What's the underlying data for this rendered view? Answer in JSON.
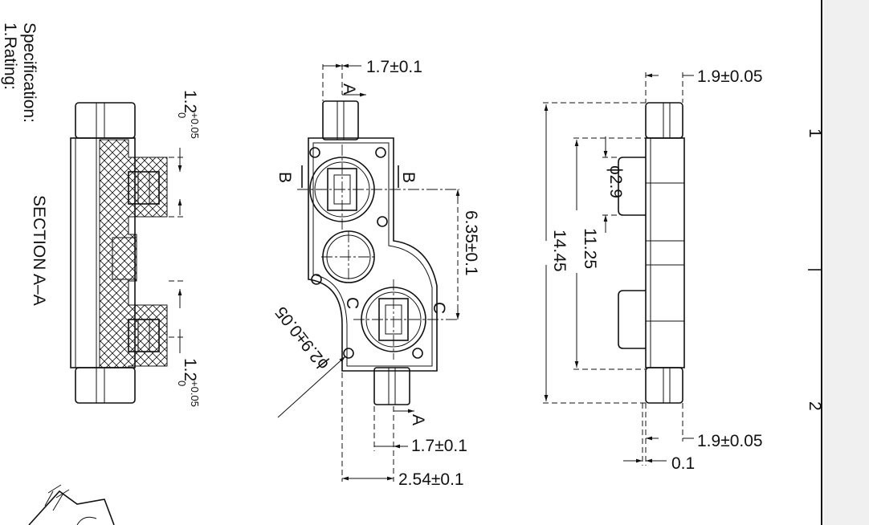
{
  "specification": {
    "title": "Specification:",
    "line1": "1.Rating:"
  },
  "section_label": "SECTION  A–A",
  "dimensions": {
    "top_gap_upper": "1.2",
    "top_gap_upper_tol_plus": "+0.05",
    "top_gap_upper_tol_minus": "0",
    "top_gap_lower": "1.2",
    "top_gap_lower_tol_plus": "+0.05",
    "top_gap_lower_tol_minus": "0",
    "pin_width_top": "1.7±0.1",
    "pin_width_bottom": "1.7±0.1",
    "pin_pitch": "2.54±0.1",
    "hole_spacing": "6.35±0.1",
    "hole_diameter": "ϕ2.9±0.05",
    "diameter_side": "ϕ2.9",
    "height_overall": "14.45",
    "height_inner": "11.25",
    "side_top_thickness": "1.9±0.05",
    "side_bottom_thickness": "1.9±0.05",
    "side_offset": "0.1"
  },
  "section_markers": {
    "a": "A",
    "b": "B",
    "c": "C"
  },
  "title_block": {
    "zone_1": "1",
    "zone_2": "2"
  }
}
